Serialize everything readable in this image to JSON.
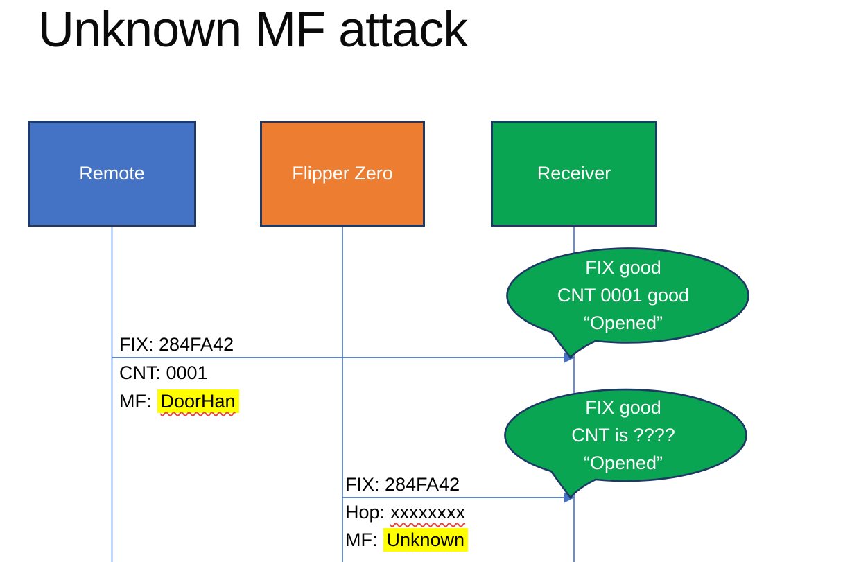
{
  "slide": {
    "title": "Unknown MF attack"
  },
  "actors": {
    "remote": {
      "label": "Remote",
      "fill": "#4472c4"
    },
    "flipper": {
      "label": "Flipper Zero",
      "fill": "#ed7d31"
    },
    "receiver": {
      "label": "Receiver",
      "fill": "#0aa552"
    }
  },
  "messages": {
    "remote_to_receiver": {
      "line1": "FIX: 284FA42",
      "line2": "CNT: 0001",
      "line3_prefix": "MF:",
      "line3_value": "DoorHan"
    },
    "flipper_to_receiver": {
      "line1": "FIX: 284FA42",
      "line2_prefix": "Hop:",
      "line2_value": "xxxxxxxx",
      "line3_prefix": "MF:",
      "line3_value": "Unknown"
    }
  },
  "callouts": {
    "first": {
      "line1": "FIX good",
      "line2": "CNT 0001 good",
      "line3": "“Opened”"
    },
    "second": {
      "line1": "FIX good",
      "line2": "CNT is ????",
      "line3": "“Opened”"
    }
  },
  "colors": {
    "actor_remote_fill": "#4472c4",
    "actor_flipper_fill": "#ed7d31",
    "actor_receiver_fill": "#0aa552",
    "shape_border": "#1f3864",
    "lifeline_arrow_blue": "#4472c4",
    "callout_fill": "#0aa552",
    "highlight_yellow": "#ffff00",
    "squiggle_red": "#e8443a",
    "text_black": "#000000",
    "text_white": "#ffffff"
  }
}
